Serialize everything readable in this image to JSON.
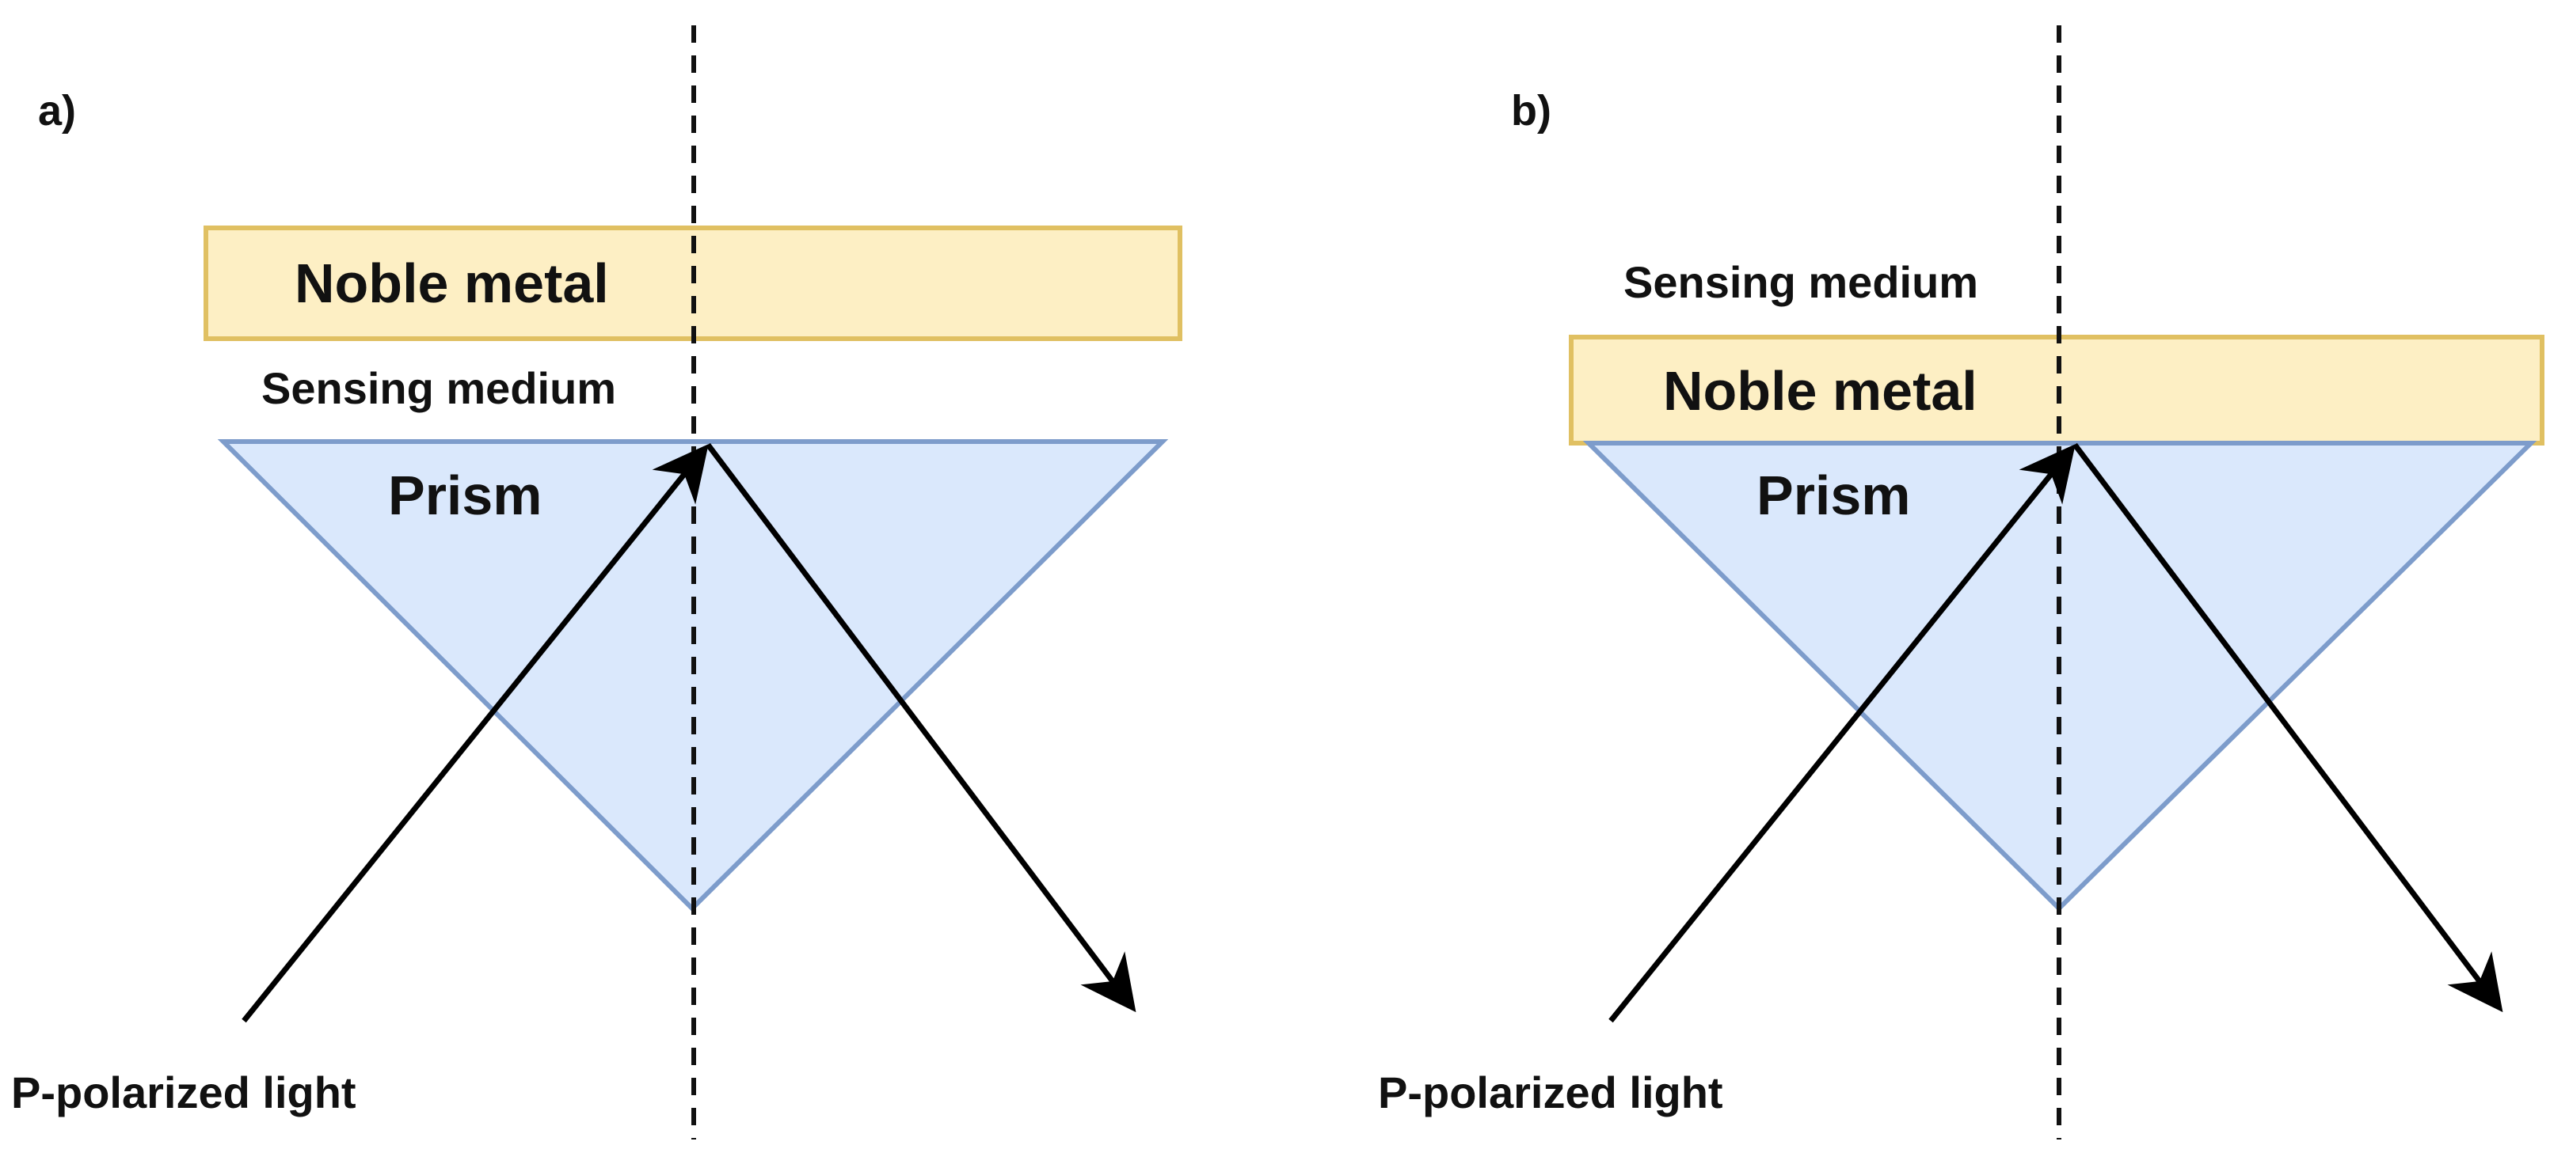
{
  "colors": {
    "metal_fill": "#fdefc4",
    "metal_stroke": "#e0c062",
    "prism_fill": "#dae8fc",
    "prism_stroke": "#7d9ccb",
    "ray": "#000000"
  },
  "panels": [
    {
      "label": "a)",
      "noble_metal": "Noble metal",
      "sensing_medium": "Sensing medium",
      "prism": "Prism",
      "light": "P-polarized light"
    },
    {
      "label": "b)",
      "noble_metal": "Noble metal",
      "sensing_medium": "Sensing medium",
      "prism": "Prism",
      "light": "P-polarized light"
    }
  ]
}
